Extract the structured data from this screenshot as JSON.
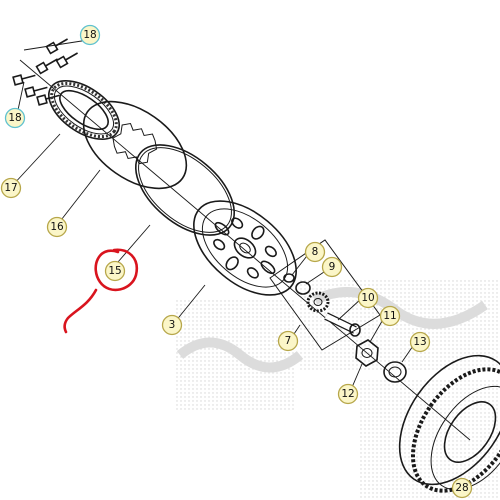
{
  "colors": {
    "callout_fill": "#fbf6c8",
    "callout_stroke_default": "#b7a74a",
    "callout_stroke_highlight": "#5fc1cf",
    "red_marker": "#d9141e",
    "line": "#1a1a1a",
    "watermark_dots": "#c9c9c9"
  },
  "callouts": [
    {
      "id": "18a",
      "label": "18",
      "style": "highlight"
    },
    {
      "id": "18b",
      "label": "18",
      "style": "highlight"
    },
    {
      "id": "17",
      "label": "17",
      "style": "default"
    },
    {
      "id": "16",
      "label": "16",
      "style": "default"
    },
    {
      "id": "15",
      "label": "15",
      "style": "default"
    },
    {
      "id": "3",
      "label": "3",
      "style": "default"
    },
    {
      "id": "8",
      "label": "8",
      "style": "default"
    },
    {
      "id": "9",
      "label": "9",
      "style": "default"
    },
    {
      "id": "10",
      "label": "10",
      "style": "default"
    },
    {
      "id": "7",
      "label": "7",
      "style": "default"
    },
    {
      "id": "11",
      "label": "11",
      "style": "default"
    },
    {
      "id": "12",
      "label": "12",
      "style": "default"
    },
    {
      "id": "13",
      "label": "13",
      "style": "default"
    },
    {
      "id": "28",
      "label": "28",
      "style": "default"
    }
  ]
}
